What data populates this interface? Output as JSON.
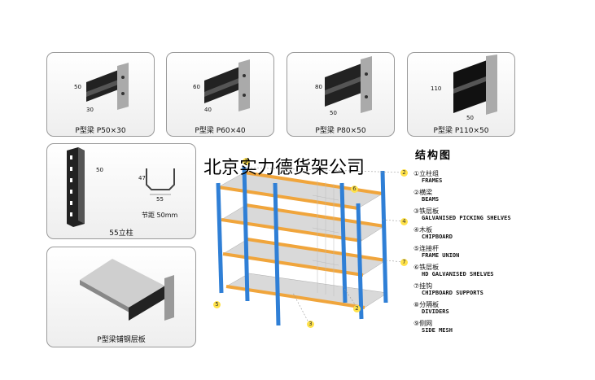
{
  "beam_cards": [
    {
      "caption": "P型梁 P50×30",
      "height": "50",
      "width": "30"
    },
    {
      "caption": "P型梁 P60×40",
      "height": "60",
      "width": "40"
    },
    {
      "caption": "P型梁 P80×50",
      "height": "80",
      "width": "50"
    },
    {
      "caption": "P型梁 P110×50",
      "height": "110",
      "width": "50"
    }
  ],
  "column_card": {
    "caption": "55立柱",
    "dim_side": "50",
    "dim_height": "47",
    "dim_width": "55",
    "pitch_label": "节距 50mm"
  },
  "deck_card": {
    "caption": "P型梁铺钢层板"
  },
  "watermark": "北京实力德货架公司",
  "legend": {
    "title": "结构图",
    "items": [
      {
        "cn": "①立柱组",
        "en": "FRAMES"
      },
      {
        "cn": "②横梁",
        "en": "BEAMS"
      },
      {
        "cn": "③铁层板",
        "en": "GALVANISED PICKING SHELVES"
      },
      {
        "cn": "④木板",
        "en": "CHIPBOARD"
      },
      {
        "cn": "⑤连接杆",
        "en": "FRAME UNION"
      },
      {
        "cn": "⑥铁层板",
        "en": "HD GALVANISED SHELVES"
      },
      {
        "cn": "⑦挂钩",
        "en": "CHIPBOARD SUPPORTS"
      },
      {
        "cn": "⑧分隔板",
        "en": "DIVIDERS"
      },
      {
        "cn": "⑨侧网",
        "en": "SIDE MESH"
      }
    ]
  },
  "callouts": [
    "1",
    "2",
    "3",
    "4",
    "5",
    "6",
    "7"
  ],
  "colors": {
    "upright": "#2f7fd6",
    "beam": "#f0a53c",
    "shelf": "#d9d9d9"
  }
}
